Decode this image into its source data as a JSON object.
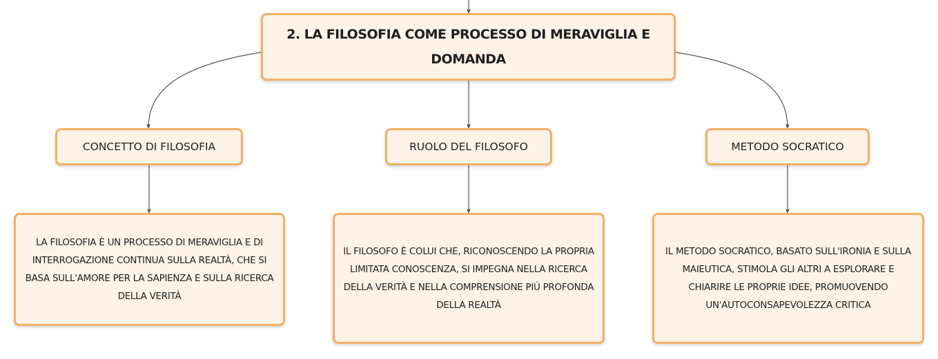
{
  "map": {
    "root": {
      "title": "2. LA FILOSOFIA COME PROCESSO DI MERAVIGLIA E DOMANDA"
    },
    "branches": [
      {
        "label": "CONCETTO DI FILOSOFIA",
        "detail": "LA FILOSOFIA È UN PROCESSO DI MERAVIGLIA E DI INTERROGAZIONE CONTINUA SULLA REALTÀ, CHE SI BASA SULL'AMORE PER LA SAPIENZA E SULLA RICERCA DELLA VERITÀ"
      },
      {
        "label": "RUOLO DEL FILOSOFO",
        "detail": "IL FILOSOFO È COLUI CHE, RICONOSCENDO LA PROPRIA LIMITATA CONOSCENZA, SI IMPEGNA NELLA RICERCA DELLA VERITÀ E NELLA COMPRENSIONE PIÙ PROFONDA DELLA REALTÀ"
      },
      {
        "label": "METODO SOCRATICO",
        "detail": "IL METODO SOCRATICO, BASATO SULL'IRONIA E SULLA MAIEUTICA, STIMOLA GLI ALTRI A ESPLORARE E CHIARIRE LE PROPRIE IDEE, PROMUOVENDO UN'AUTOCONSAPEVOLEZZA CRITICA"
      }
    ]
  },
  "colors": {
    "node_fill": "#fdf3e6",
    "node_border": "#f2b066",
    "connector": "#555555"
  }
}
